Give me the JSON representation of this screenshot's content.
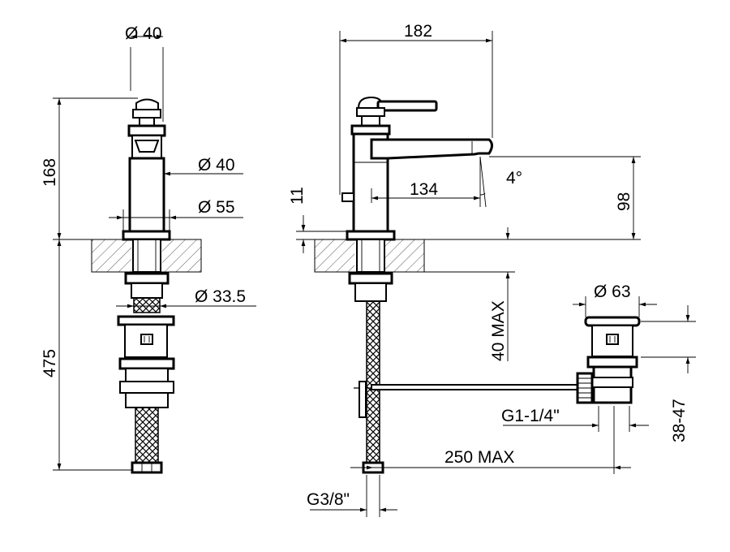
{
  "dimensions": {
    "left_top_diameter": "Ø 40",
    "left_body_diameter": "Ø 40",
    "left_base_diameter": "Ø 55",
    "left_nut_diameter": "Ø 33.5",
    "left_upper_height": "168",
    "left_lower_height": "475",
    "spout_reach": "182",
    "spout_inner": "134",
    "spout_angle": "4°",
    "spout_height": "98",
    "lever_offset": "11",
    "deck_thickness_max": "40 MAX",
    "waste_diameter": "Ø 63",
    "waste_thread": "G1-1/4\"",
    "waste_range": "38-47",
    "rod_length_max": "250 MAX",
    "hose_thread": "G3/8\""
  }
}
